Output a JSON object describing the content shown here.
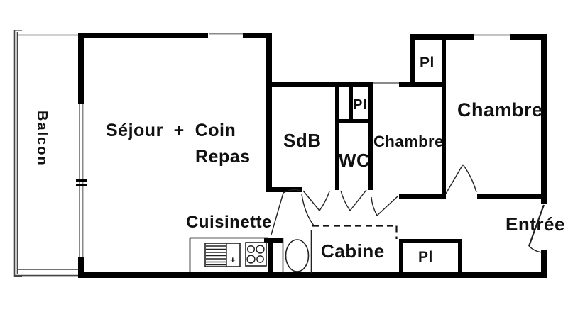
{
  "plan": {
    "title": "Apartment floor plan",
    "background": "#ffffff",
    "wall_color": "#000000",
    "text_color": "#111111",
    "labels": {
      "balcon": "Balcon",
      "sejour_line1": "Séjour  +  Coin",
      "sejour_line2": "Repas",
      "cuisinette": "Cuisinette",
      "sdb": "SdB",
      "wc": "WC",
      "placard_top": "Pl",
      "placard_middle": "Pl",
      "placard_bottom": "Pl",
      "chambre_small": "Chambre",
      "chambre_large": "Chambre",
      "cabine": "Cabine",
      "entree": "Entrée",
      "kitchen_plus": "+"
    },
    "icons": [
      "window-symbol",
      "door-swing",
      "fridge-icon",
      "stove-icon",
      "shower-icon",
      "balcony-rail"
    ]
  }
}
